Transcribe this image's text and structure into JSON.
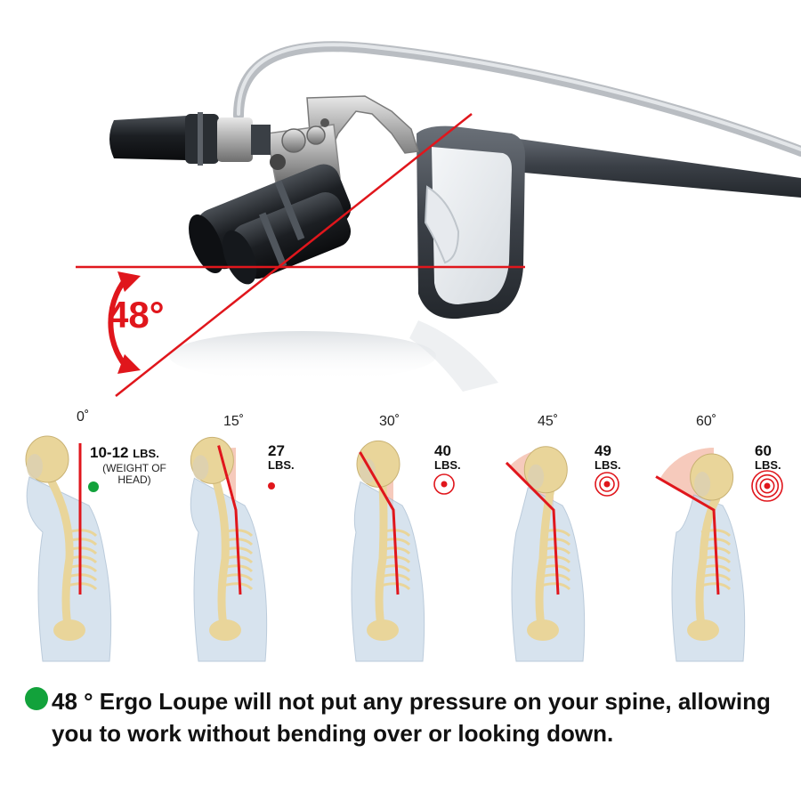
{
  "hero": {
    "angle_label": "48°"
  },
  "postures": [
    {
      "degree": "0˚",
      "weight": "10-12",
      "unit": "LBS.",
      "note": "(WEIGHT OF HEAD)",
      "indicator": "green-dot"
    },
    {
      "degree": "15˚",
      "weight": "27",
      "unit": "LBS.",
      "indicator": "red-dot"
    },
    {
      "degree": "30˚",
      "weight": "40",
      "unit": "LBS.",
      "indicator": "target-1"
    },
    {
      "degree": "45˚",
      "weight": "49",
      "unit": "LBS.",
      "indicator": "target-2"
    },
    {
      "degree": "60˚",
      "weight": "60",
      "unit": "LBS.",
      "indicator": "target-3"
    }
  ],
  "caption": {
    "text": "48 ° Ergo Loupe will not put any pressure on your spine, allowing you to work without bending over or looking down."
  },
  "colors": {
    "accent_red": "#e0161c",
    "good_green": "#12a23b",
    "zone_fill": "#f3b8a6",
    "bone": "#e9d59a",
    "body": "#c7d8e8"
  }
}
